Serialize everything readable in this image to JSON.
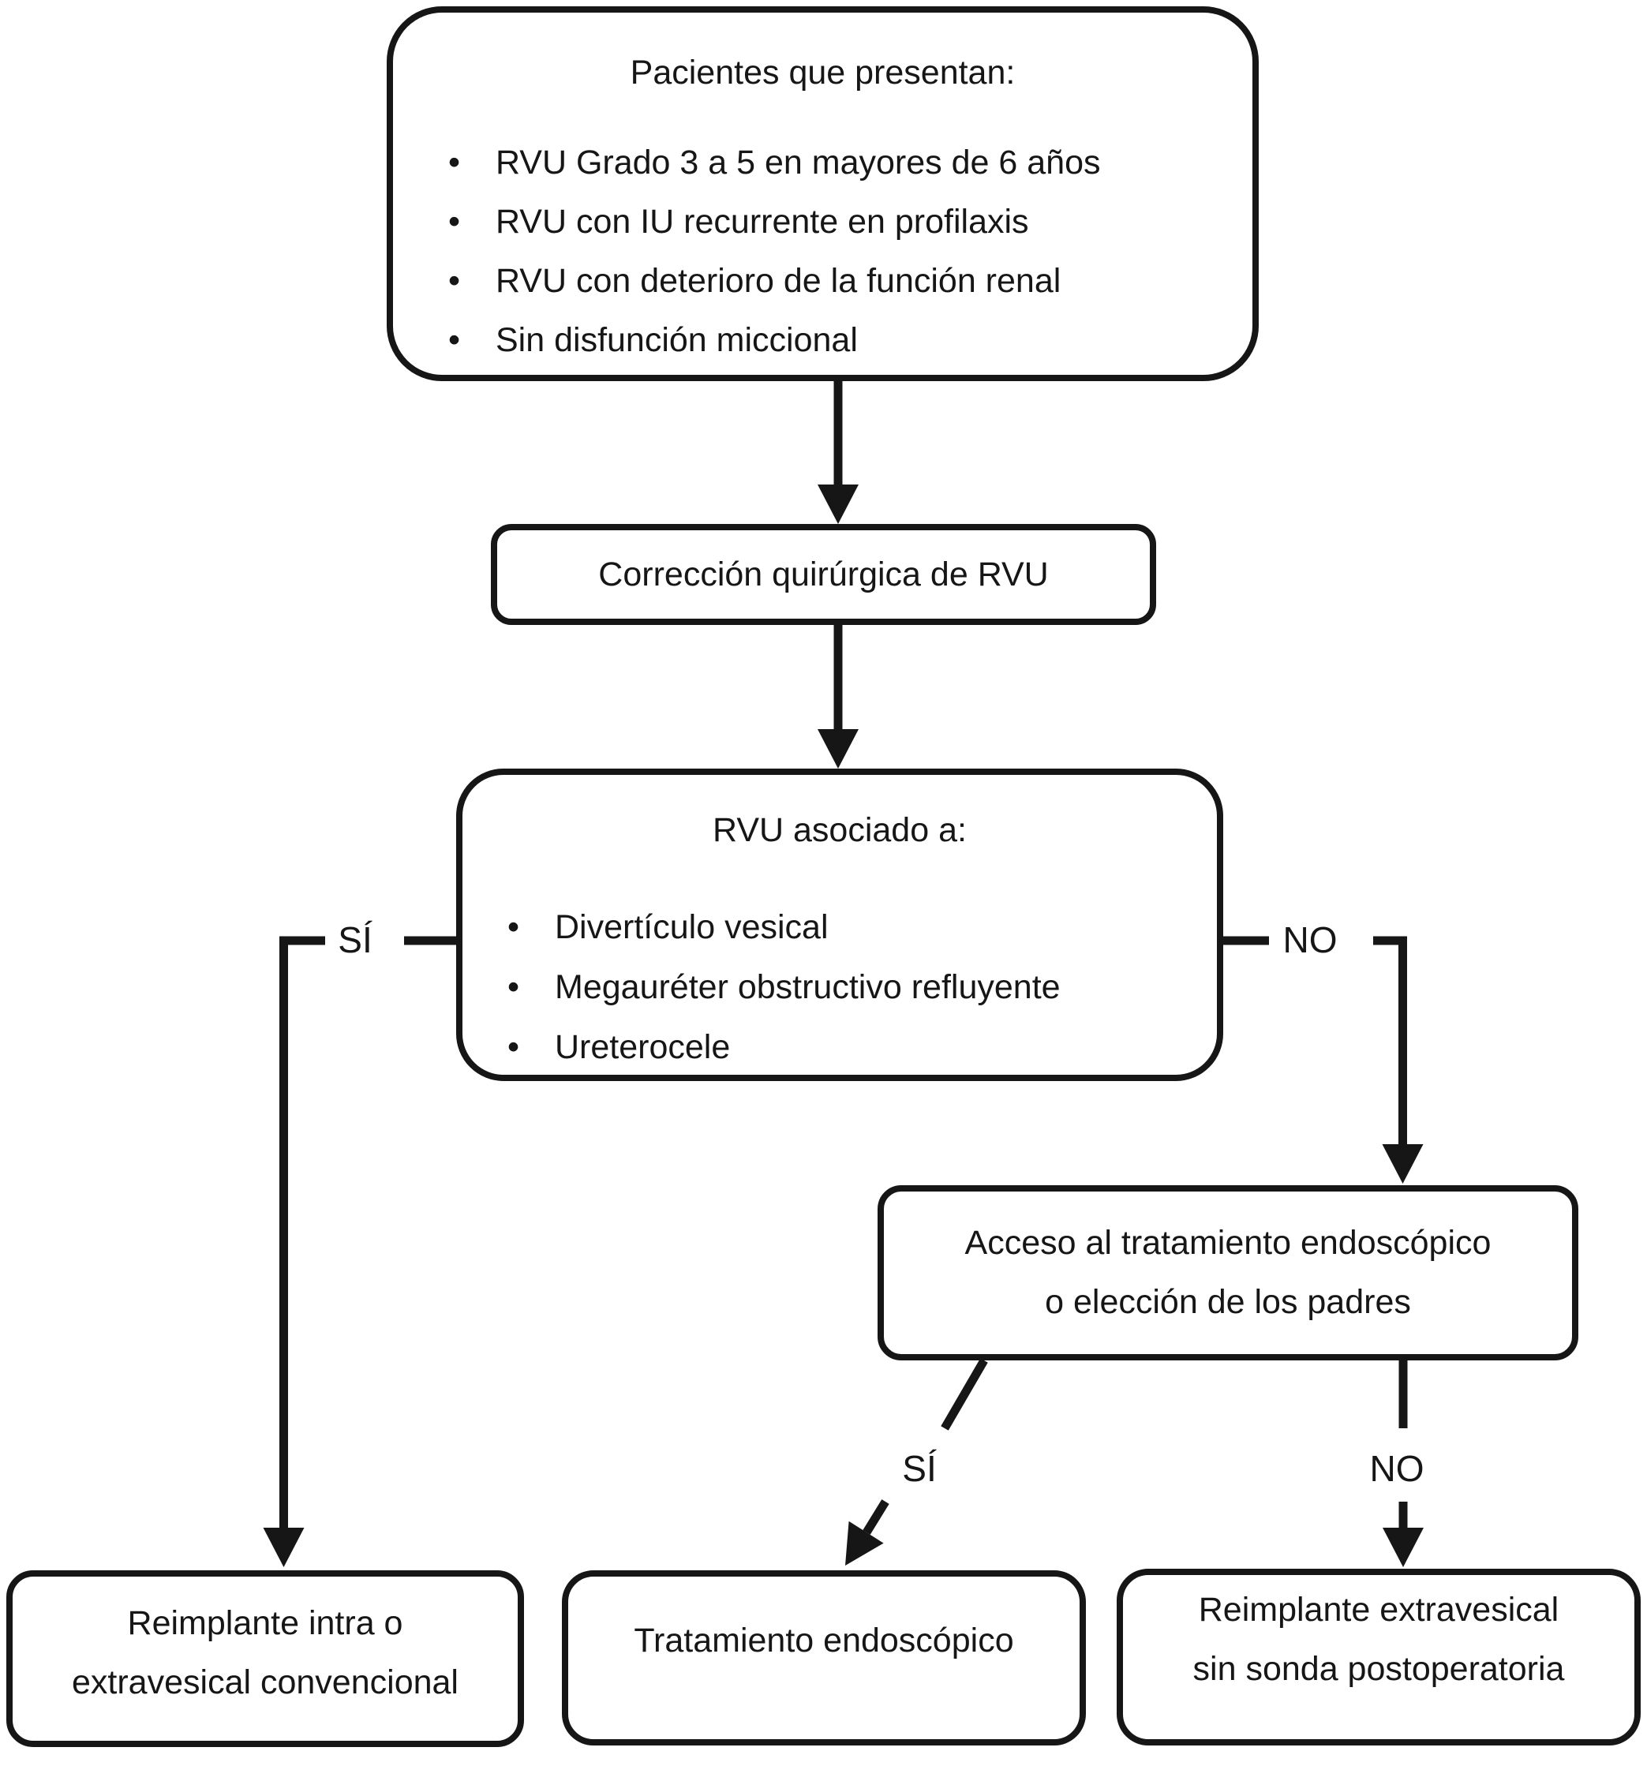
{
  "figure_type": "flowchart",
  "language": "es",
  "colors": {
    "ink": "#161616",
    "background": "#ffffff"
  },
  "glyphs": {
    "bullet": "•"
  },
  "nodes": {
    "pacientes": {
      "title": "Pacientes que presentan:",
      "items": [
        "RVU Grado 3 a 5 en mayores de 6 años",
        "RVU con IU recurrente en profilaxis",
        "RVU con deterioro de la función renal",
        "Sin disfunción miccional"
      ]
    },
    "correccion": {
      "label": "Corrección quirúrgica de RVU"
    },
    "rvu_asociado": {
      "title": "RVU asociado a:",
      "items": [
        "Divertículo vesical",
        "Megauréter obstructivo refluyente",
        "Ureterocele"
      ]
    },
    "acceso": {
      "lines": [
        "Acceso al tratamiento endoscópico",
        "o elección de los padres"
      ]
    },
    "reimplante_convencional": {
      "lines": [
        "Reimplante intra o",
        "extravesical convencional"
      ]
    },
    "tratamiento_endoscopico": {
      "label": "Tratamiento endoscópico"
    },
    "reimplante_extravesical": {
      "lines": [
        "Reimplante extravesical",
        "sin sonda postoperatoria"
      ]
    }
  },
  "edges": {
    "asociado_si": {
      "label": "SÍ"
    },
    "asociado_no": {
      "label": "NO"
    },
    "acceso_si": {
      "label": "SÍ"
    },
    "acceso_no": {
      "label": "NO"
    }
  }
}
